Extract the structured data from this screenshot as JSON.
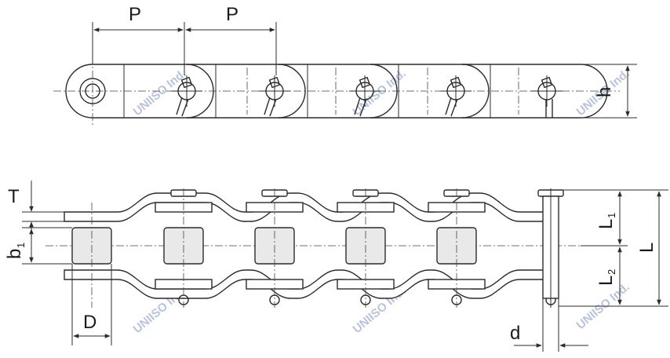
{
  "labels": {
    "pitch_1": "P",
    "pitch_2": "P",
    "height": "h",
    "thickness": "T",
    "inner_width": "b",
    "inner_width_sub": "1",
    "roller_dia": "D",
    "pin_dia": "d",
    "l1": "L",
    "l1_sub": "1",
    "l2": "L",
    "l2_sub": "2",
    "total_len": "L"
  },
  "watermark": "UNIISO Ind.",
  "colors": {
    "line": "#2b2b2b",
    "roller_fill": "#e9e9e9",
    "watermark": "#b9c3de"
  }
}
